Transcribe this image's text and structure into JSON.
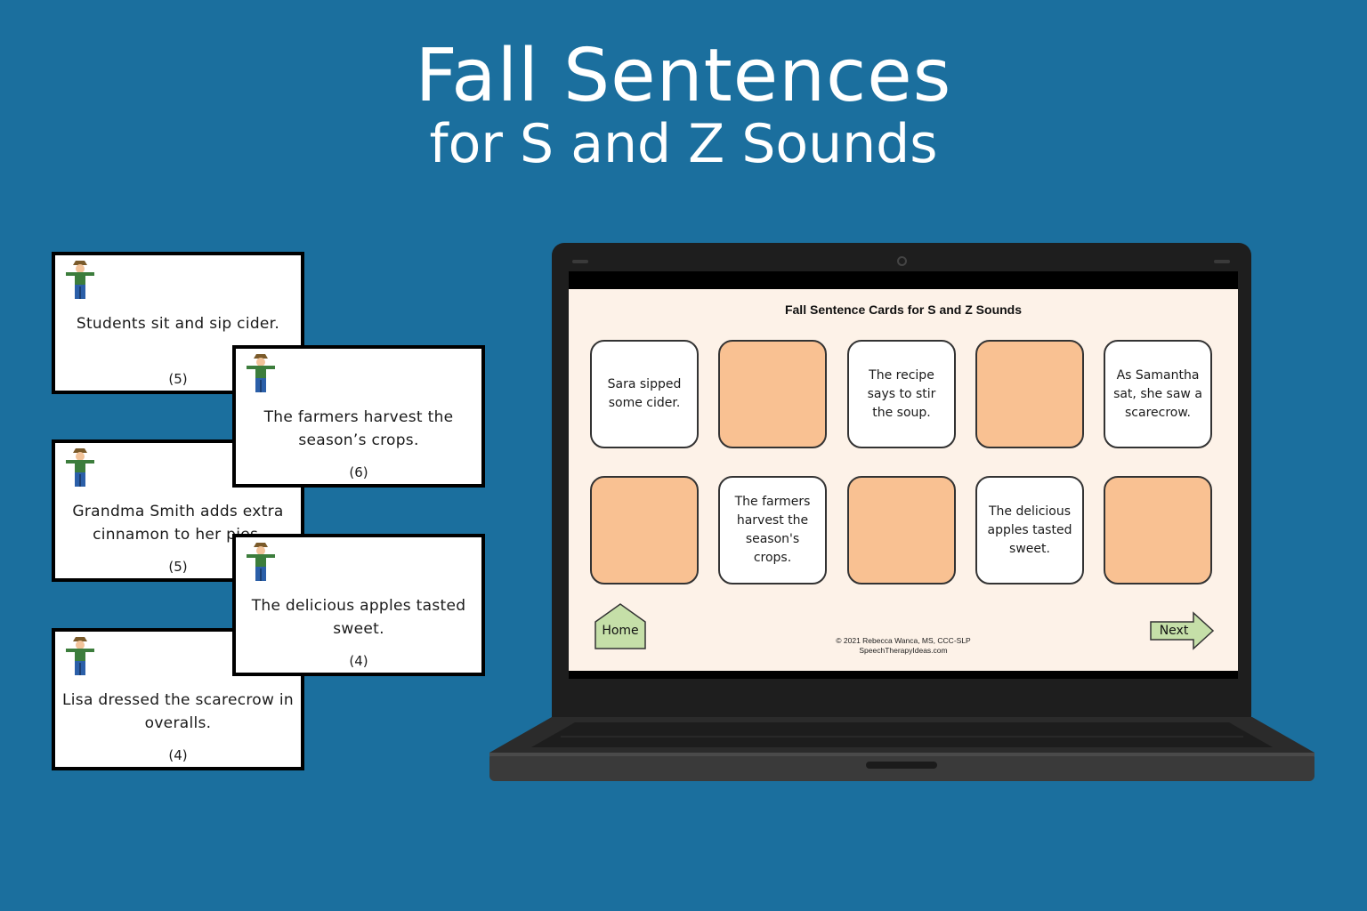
{
  "header": {
    "title": "Fall Sentences",
    "subtitle": "for S and Z Sounds"
  },
  "printable_cards": [
    {
      "sentence": "Students sit and sip cider.",
      "count": "(5)"
    },
    {
      "sentence": "The farmers harvest the season’s crops.",
      "count": "(6)"
    },
    {
      "sentence": "Grandma Smith adds extra cinnamon to her pies.",
      "count": "(5)"
    },
    {
      "sentence": "The delicious apples tasted sweet.",
      "count": "(4)"
    },
    {
      "sentence": "Lisa dressed the scarecrow in overalls.",
      "count": "(4)"
    }
  ],
  "slide": {
    "title": "Fall Sentence Cards for S and Z Sounds",
    "tiles": [
      {
        "text": "Sara sipped some cider.",
        "revealed": true
      },
      {
        "text": "",
        "revealed": false
      },
      {
        "text": "The recipe says to stir the soup.",
        "revealed": true
      },
      {
        "text": "",
        "revealed": false
      },
      {
        "text": "As Samantha sat, she saw a scarecrow.",
        "revealed": true
      },
      {
        "text": "",
        "revealed": false
      },
      {
        "text": "The farmers harvest the season's crops.",
        "revealed": true
      },
      {
        "text": "",
        "revealed": false
      },
      {
        "text": "The delicious apples tasted sweet.",
        "revealed": true
      },
      {
        "text": "",
        "revealed": false
      }
    ],
    "home_label": "Home",
    "next_label": "Next",
    "copyright_line1": "© 2021 Rebecca Wanca, MS, CCC-SLP",
    "copyright_line2": "SpeechTherapyIdeas.com"
  },
  "colors": {
    "background": "#1b6f9e",
    "hidden_tile": "#f9c192",
    "slide_bg": "#fdf2e8",
    "nav_button": "#c5dfa8"
  },
  "icons": [
    "scarecrow-icon",
    "home-icon",
    "next-arrow-icon"
  ]
}
